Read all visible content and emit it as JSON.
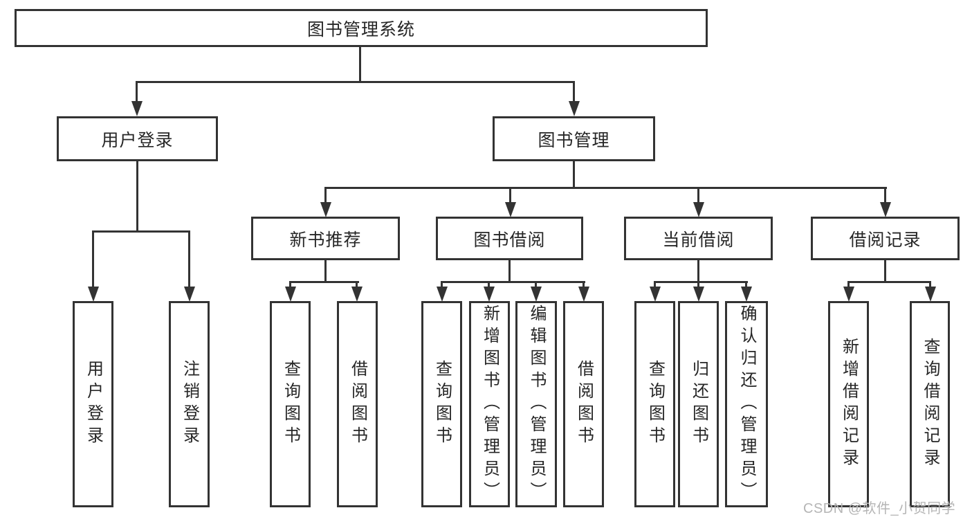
{
  "diagram": {
    "label": "图书管理系统",
    "children": [
      {
        "label": "用户登录",
        "children": [
          {
            "label": "用户登录"
          },
          {
            "label": "注销登录"
          }
        ]
      },
      {
        "label": "图书管理",
        "children": [
          {
            "label": "新书推荐",
            "children": [
              {
                "label": "查询图书"
              },
              {
                "label": "借阅图书"
              }
            ]
          },
          {
            "label": "图书借阅",
            "children": [
              {
                "label": "查询图书"
              },
              {
                "label": "新增图书（管理员）"
              },
              {
                "label": "编辑图书（管理员）"
              },
              {
                "label": "借阅图书"
              }
            ]
          },
          {
            "label": "当前借阅",
            "children": [
              {
                "label": "查询图书"
              },
              {
                "label": "归还图书"
              },
              {
                "label": "确认归还（管理员）"
              }
            ]
          },
          {
            "label": "借阅记录",
            "children": [
              {
                "label": "新增借阅记录"
              },
              {
                "label": "查询借阅记录"
              }
            ]
          }
        ]
      }
    ]
  },
  "watermark": {
    "text": "CSDN @软件_小贺同学"
  }
}
